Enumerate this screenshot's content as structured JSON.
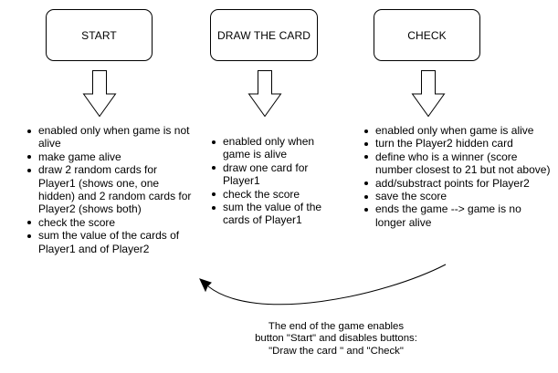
{
  "boxes": {
    "start": "START",
    "draw": "DRAW THE CARD",
    "check": "CHECK"
  },
  "lists": {
    "start": [
      "enabled only when game is not alive",
      "make game alive",
      "draw 2 random cards for Player1 (shows one, one hidden) and 2 random cards for Player2 (shows both)",
      "check the score",
      "sum the value of the cards of Player1 and of Player2"
    ],
    "draw": [
      "enabled only when game is alive",
      "draw one card for Player1",
      "check the score",
      "sum the value of the cards of Player1"
    ],
    "check": [
      "enabled only when game is alive",
      "turn the Player2 hidden card",
      "define who is a winner (score number closest to 21 but not above)",
      "add/substract points for Player2",
      "save the score",
      "ends the game --> game is no longer alive"
    ]
  },
  "note": {
    "line1": "The end of the game enables",
    "line2": "button \"Start\" and disables buttons:",
    "line3": "\"Draw the card \" and \"Check\""
  }
}
